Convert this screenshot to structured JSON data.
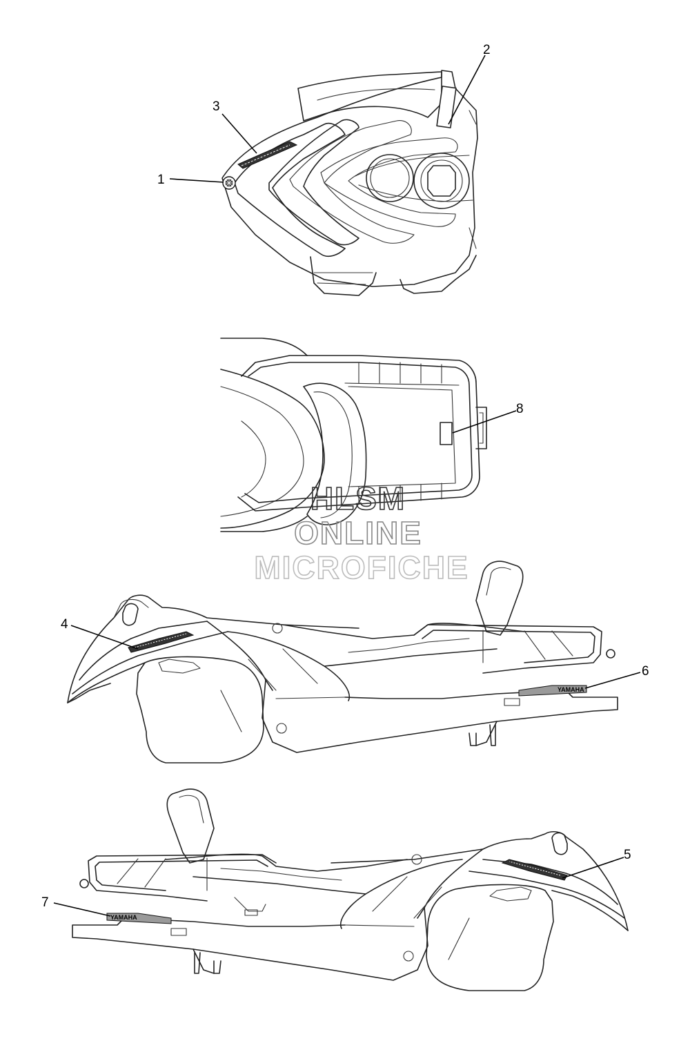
{
  "callouts": [
    {
      "id": "1",
      "label": "1"
    },
    {
      "id": "2",
      "label": "2"
    },
    {
      "id": "3",
      "label": "3"
    },
    {
      "id": "4",
      "label": "4"
    },
    {
      "id": "5",
      "label": "5"
    },
    {
      "id": "6",
      "label": "6"
    },
    {
      "id": "7",
      "label": "7"
    },
    {
      "id": "8",
      "label": "8"
    }
  ],
  "watermark": {
    "line1": "HLSM",
    "line2": "ONLINE",
    "line3": "MICROFICHE",
    "colors": {
      "line1": "#333333",
      "line2": "#888888",
      "line3": "#bbbbbb"
    }
  },
  "decal_text": {
    "right_side": "YAMAHA",
    "left_side": "YAMAHA"
  }
}
